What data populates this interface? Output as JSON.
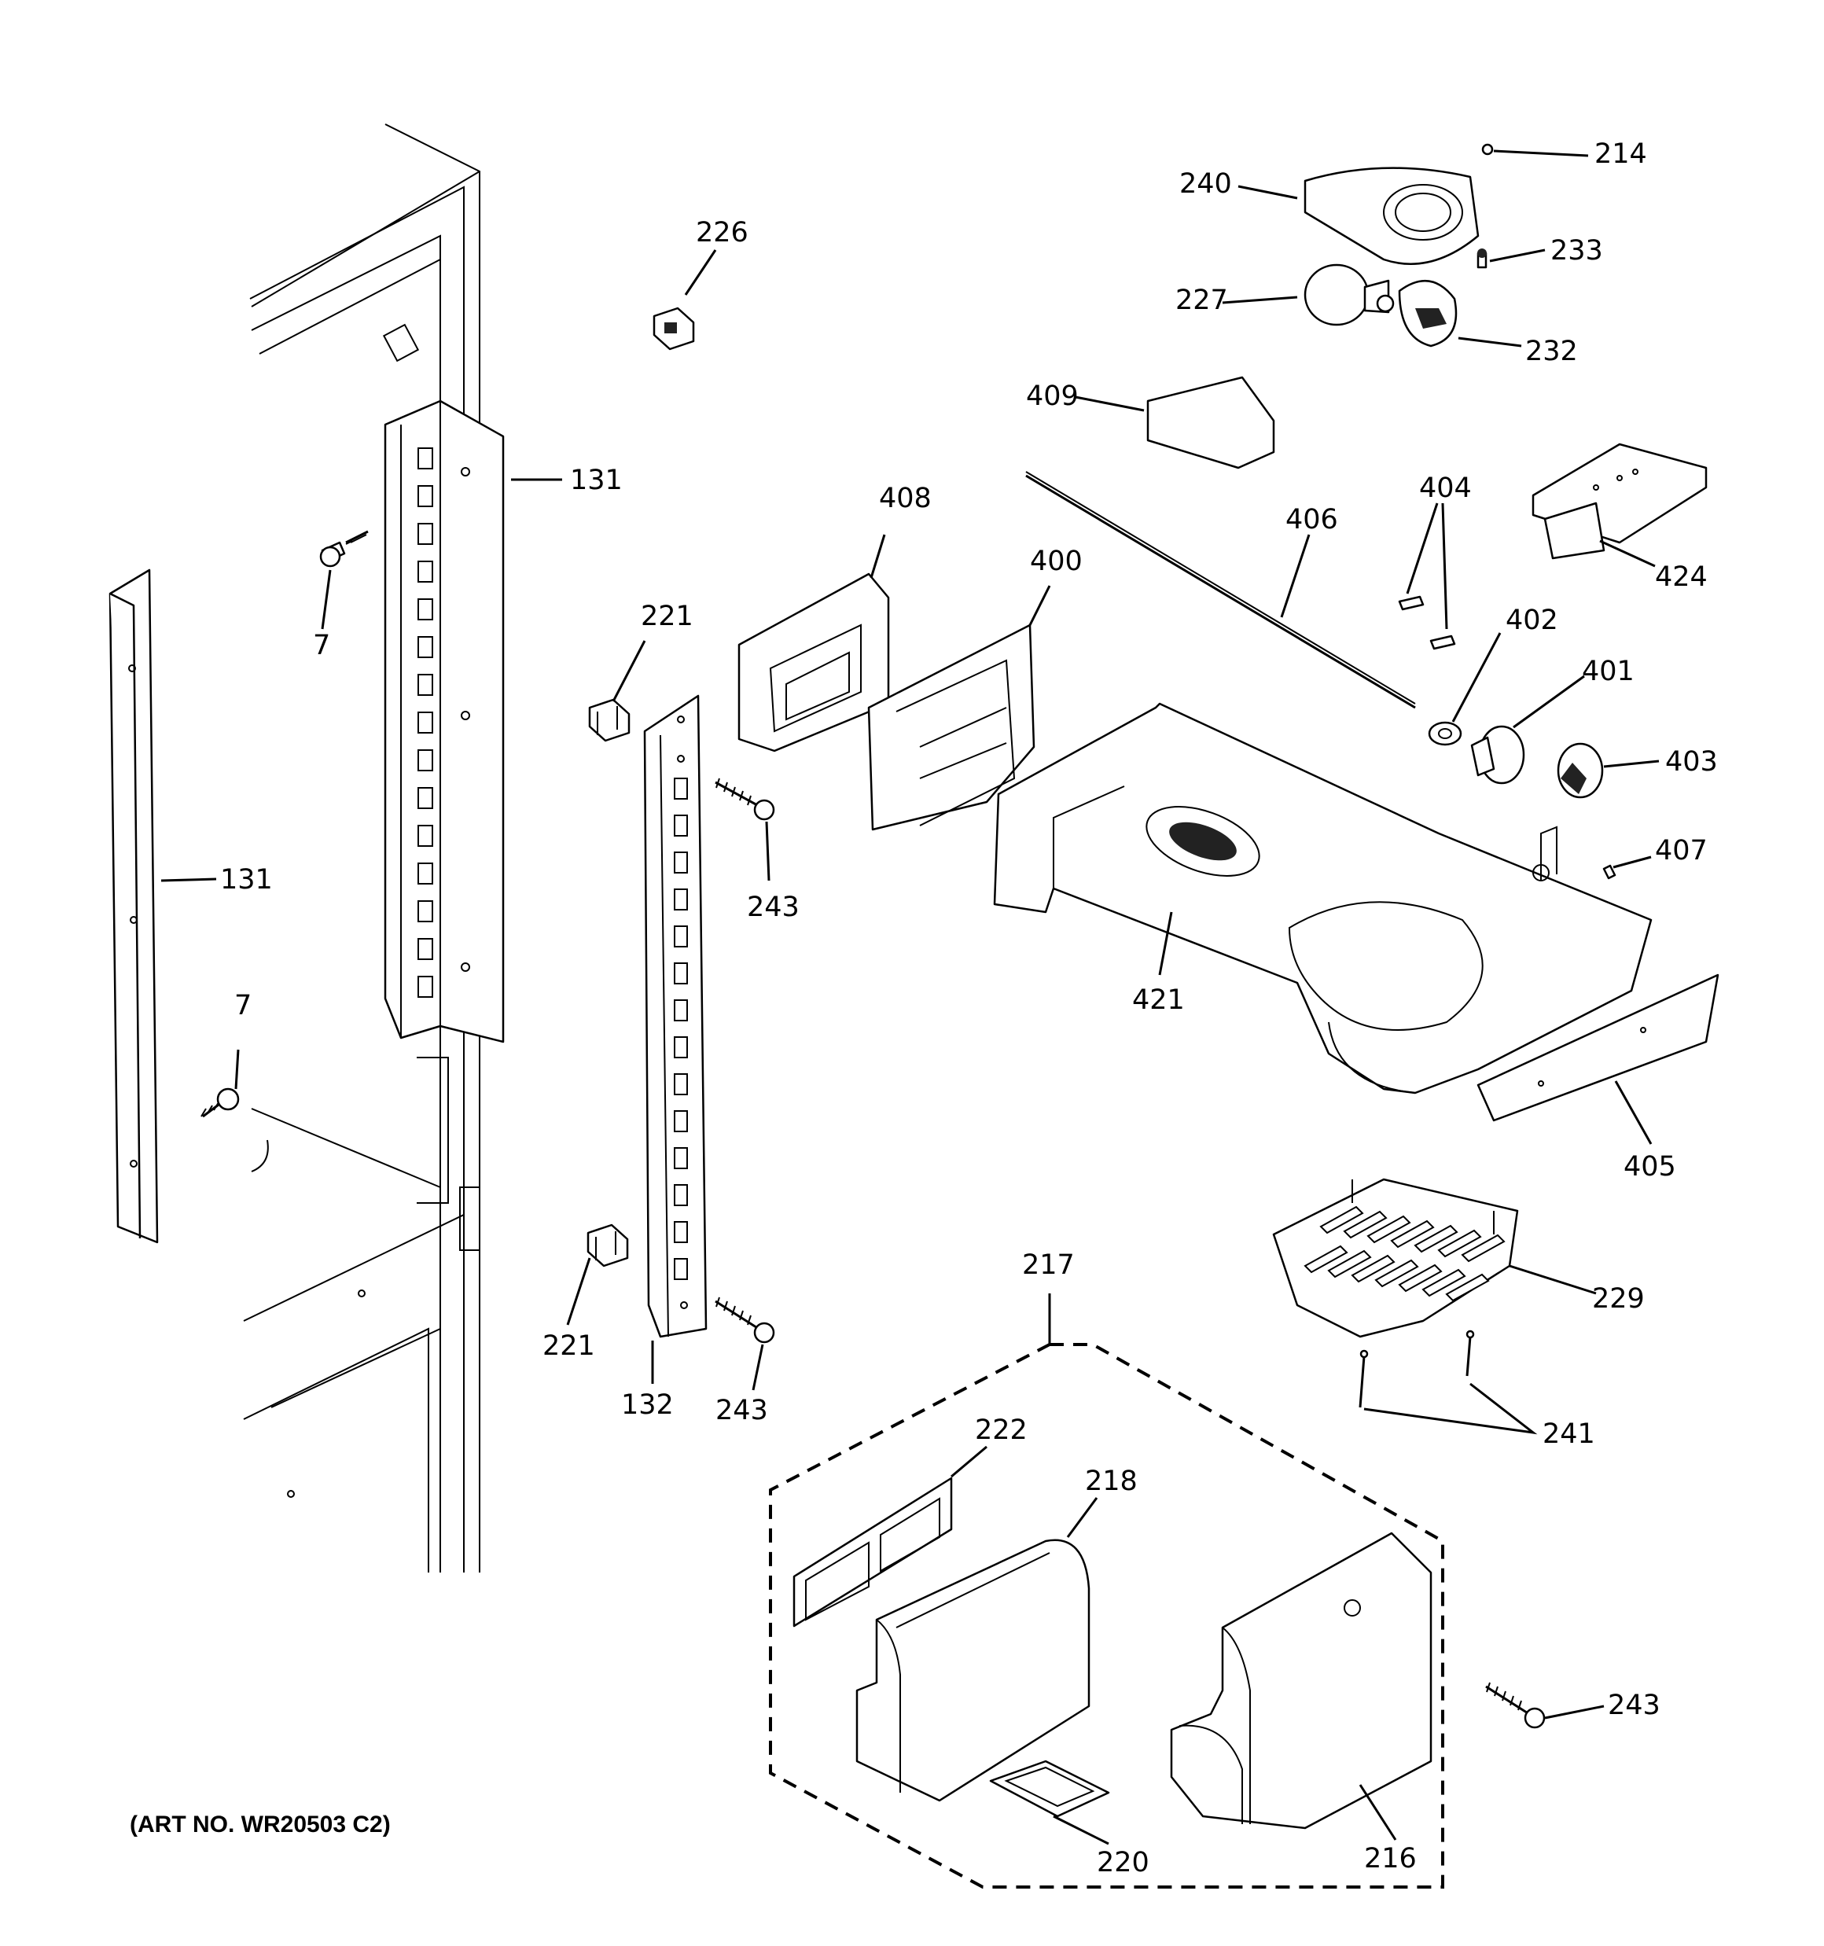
{
  "art_number": "(ART NO. WR20503 C2)",
  "labels": {
    "p214": "214",
    "p240": "240",
    "p233": "233",
    "p227": "227",
    "p232": "232",
    "p226": "226",
    "p409": "409",
    "p404": "404",
    "p424": "424",
    "p131_upper": "131",
    "p7_upper": "7",
    "p408": "408",
    "p406": "406",
    "p400": "400",
    "p221_upper": "221",
    "p402": "402",
    "p401": "401",
    "p403": "403",
    "p243_upper": "243",
    "p131_lower": "131",
    "p407": "407",
    "p421": "421",
    "p7_lower": "7",
    "p405": "405",
    "p217": "217",
    "p229": "229",
    "p221_lower": "221",
    "p132": "132",
    "p243_middle": "243",
    "p241": "241",
    "p222": "222",
    "p218": "218",
    "p243_lower": "243",
    "p220": "220",
    "p216": "216"
  }
}
